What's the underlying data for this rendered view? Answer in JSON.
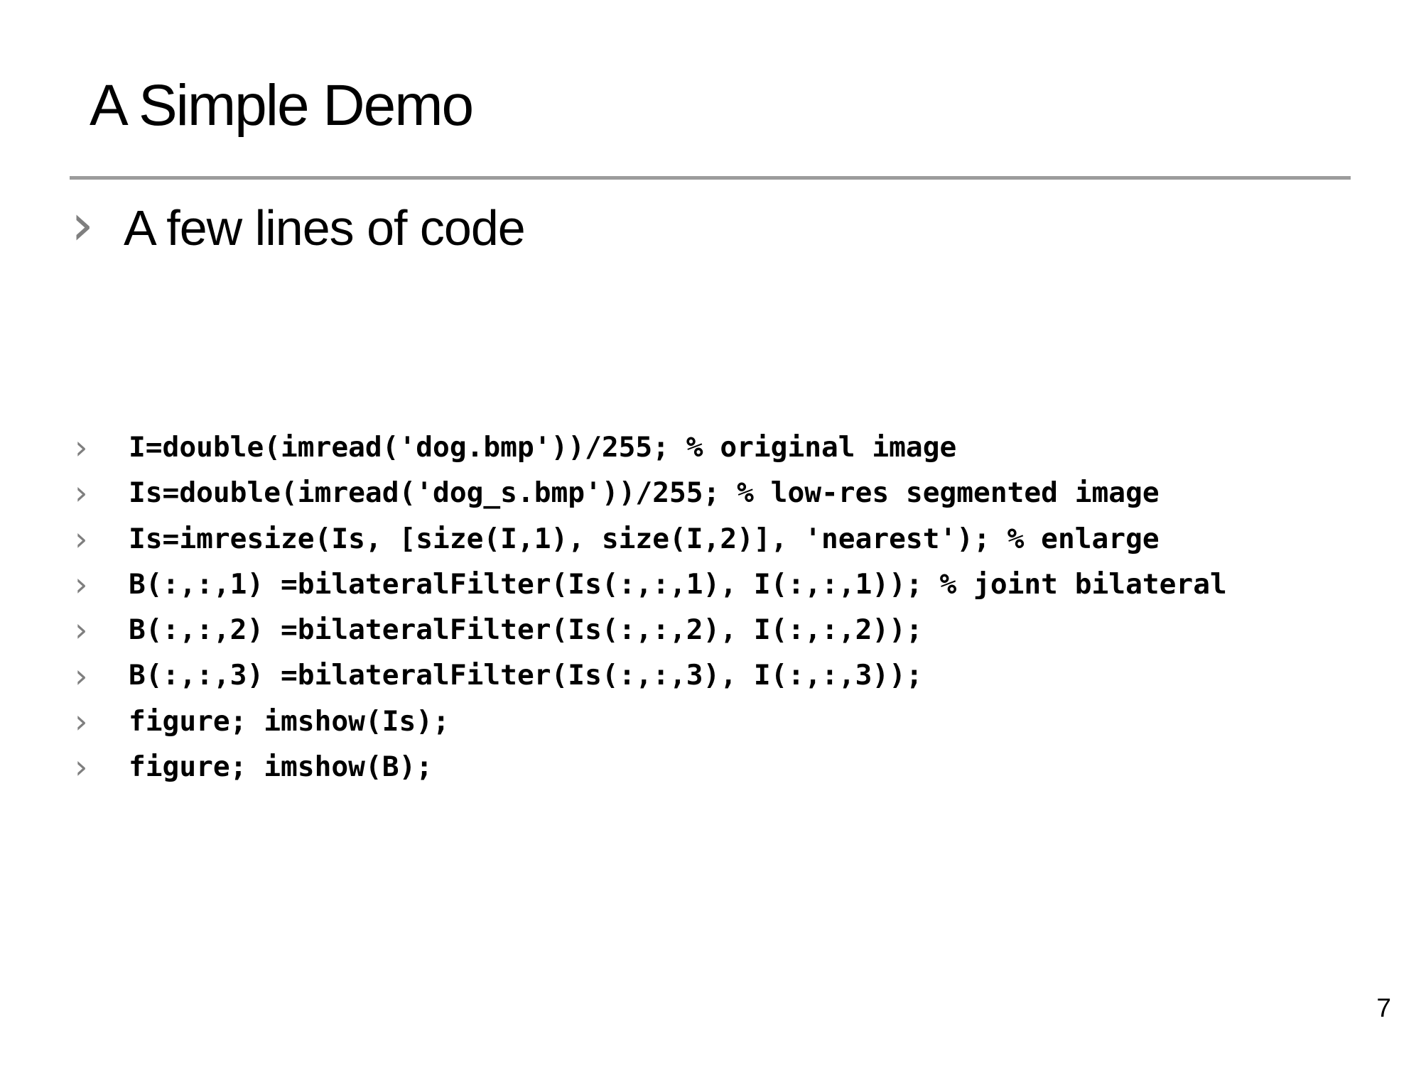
{
  "slide": {
    "title": "A Simple Demo",
    "bullet_glyph": "›",
    "section": {
      "label": "A few lines of code"
    },
    "code": {
      "lines": [
        "I=double(imread('dog.bmp'))/255; % original image",
        "Is=double(imread('dog_s.bmp'))/255; % low-res segmented image",
        "Is=imresize(Is, [size(I,1), size(I,2)], 'nearest'); % enlarge",
        "B(:,:,1) =bilateralFilter(Is(:,:,1), I(:,:,1)); % joint bilateral",
        "B(:,:,2) =bilateralFilter(Is(:,:,2), I(:,:,2));",
        "B(:,:,3) =bilateralFilter(Is(:,:,3), I(:,:,3));",
        "figure; imshow(Is);",
        "figure; imshow(B);"
      ]
    },
    "page_number": "7",
    "colors": {
      "background": "#ffffff",
      "text": "#000000",
      "bullet_gray": "#7f7f7f",
      "rule_gray": "#9c9c9c"
    }
  }
}
